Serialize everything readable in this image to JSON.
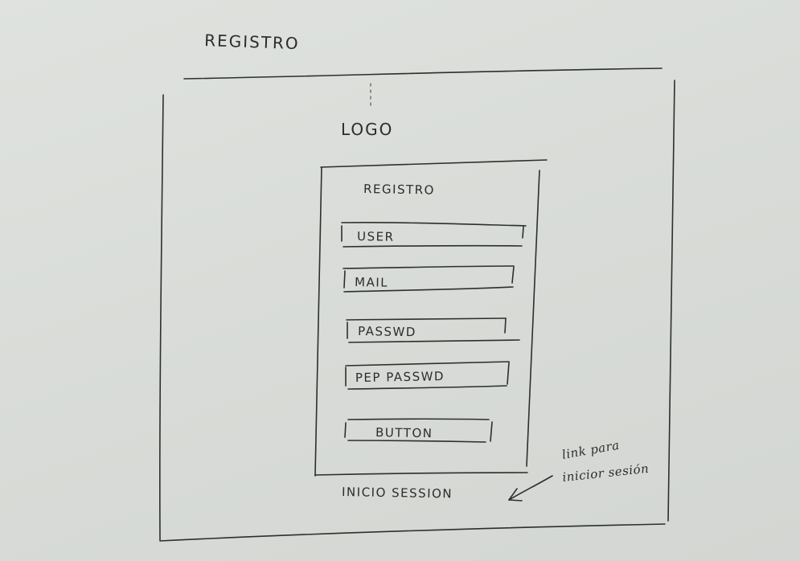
{
  "page_title": "REGISTRO",
  "logo_label": "LOGO",
  "form": {
    "title": "REGISTRO",
    "user_field": "USER",
    "mail_field": "MAIL",
    "password_field": "PASSWD",
    "repeat_password_field": "PEP PASSWD",
    "button_label": "BUTTON"
  },
  "login_link": "INICIO SESSION",
  "annotation": {
    "line1": "link para",
    "line2": "inicior sesión"
  }
}
